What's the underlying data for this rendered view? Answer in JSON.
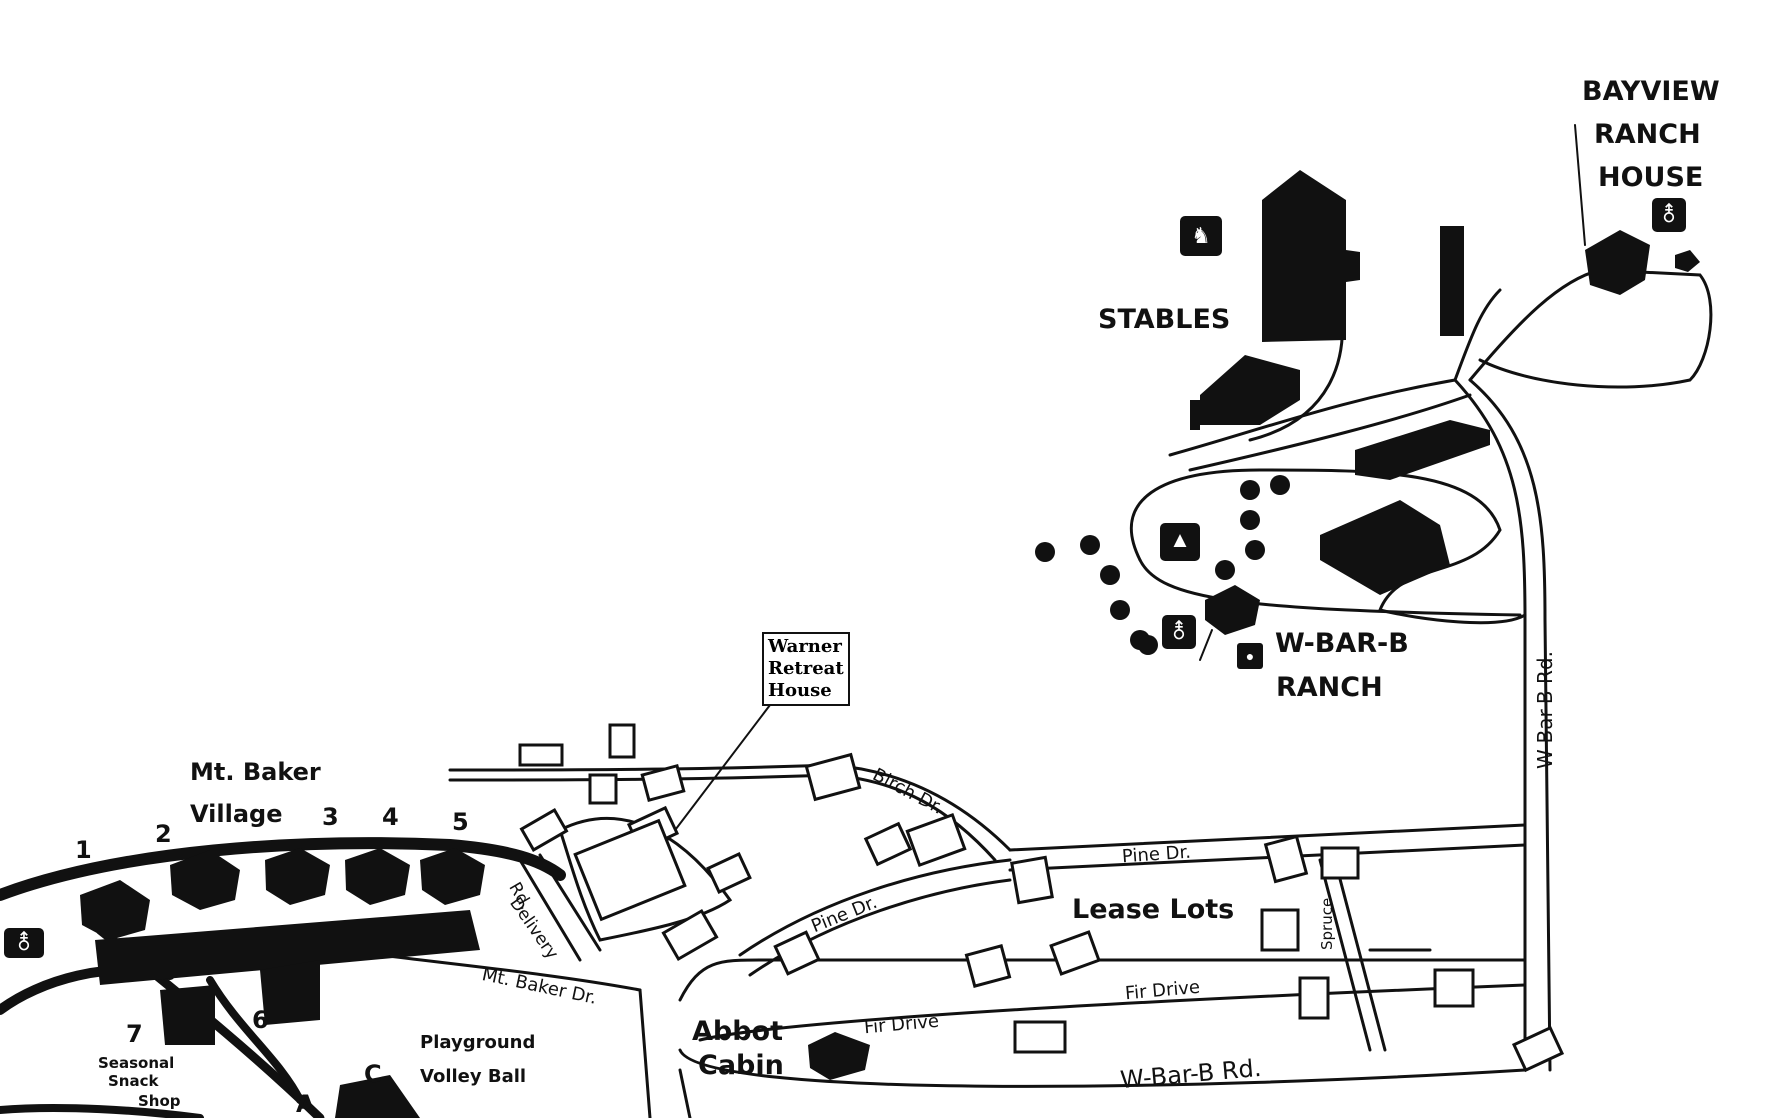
{
  "labels": {
    "bayview_line1": "BAYVIEW",
    "bayview_line2": "RANCH",
    "bayview_line3": "HOUSE",
    "stables": "STABLES",
    "wbarb_line1": "W-BAR-B",
    "wbarb_line2": "RANCH",
    "warner_line1": "Warner",
    "warner_line2": "Retreat",
    "warner_line3": "House",
    "mt_baker_line1": "Mt. Baker",
    "mt_baker_line2": "Village",
    "lease_lots": "Lease Lots",
    "abbot_line1": "Abbot",
    "abbot_line2": "Cabin",
    "playground_line1": "Playground",
    "playground_line2": "Volley Ball",
    "snack_line1": "Seasonal",
    "snack_line2": "Snack",
    "snack_line3": "Shop"
  },
  "roads": {
    "birch_dr": "Birch Dr.",
    "pine_dr_1": "Pine Dr.",
    "pine_dr_2": "Pine Dr.",
    "fir_drive_1": "Fir Drive",
    "fir_drive_2": "Fir Drive",
    "wbarb_rd_h": "W-Bar-B  Rd.",
    "wbarb_rd_v": "W-Bar-B Rd.",
    "delivery_rd_1": "Delivery",
    "delivery_rd_2": "Rd.",
    "mt_baker_dr": "Mt. Baker Dr.",
    "spruce": "Spruce"
  },
  "village_numbers": [
    "1",
    "2",
    "3",
    "4",
    "5",
    "6",
    "7"
  ],
  "markers": {
    "a": "A",
    "c": "C"
  },
  "icons": {
    "stables_icon": "horse-rider-icon",
    "bayview_icon": "restroom-icon",
    "ranch_icon": "campfire-icon",
    "ranch_restroom": "restroom-icon",
    "village_restroom": "restroom-icon"
  },
  "colors": {
    "ink": "#111111",
    "paper": "#ffffff"
  }
}
